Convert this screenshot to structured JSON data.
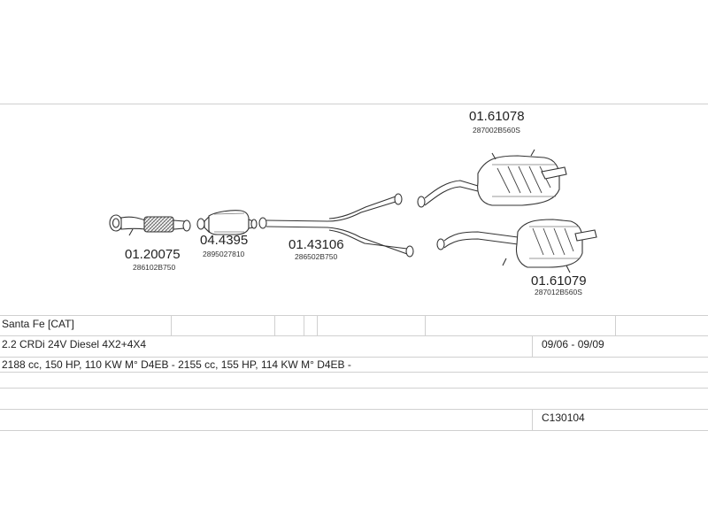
{
  "parts": [
    {
      "number": "01.20075",
      "oem": "286102B750"
    },
    {
      "number": "04.4395",
      "oem": "2895027810"
    },
    {
      "number": "01.43106",
      "oem": "286502B750"
    },
    {
      "number": "01.61078",
      "oem": "287002B560S"
    },
    {
      "number": "01.61079",
      "oem": "287012B560S"
    }
  ],
  "vehicle": {
    "model": "Santa Fe  [CAT]",
    "engine": "2.2 CRDi 24V Diesel 4X2+4X4",
    "years": "09/06 - 09/09",
    "specs": "2188 cc, 150 HP, 110 KW M° D4EB - 2155 cc, 155 HP, 114 KW M° D4EB -",
    "code": "C130104"
  }
}
